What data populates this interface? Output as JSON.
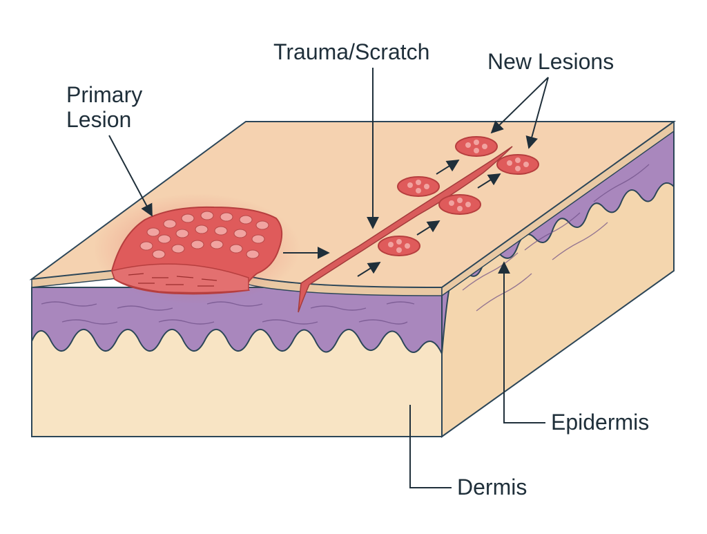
{
  "labels": {
    "primary_lesion_line1": "Primary",
    "primary_lesion_line2": "Lesion",
    "trauma_scratch": "Trauma/Scratch",
    "new_lesions": "New Lesions",
    "epidermis": "Epidermis",
    "dermis": "Dermis"
  },
  "colors": {
    "skin_surface": "#f5d2b0",
    "epidermis_layer": "#a987bd",
    "dermis_layer": "#f8e4c4",
    "lesion": "#df5b5b",
    "outline": "#2c4658"
  }
}
